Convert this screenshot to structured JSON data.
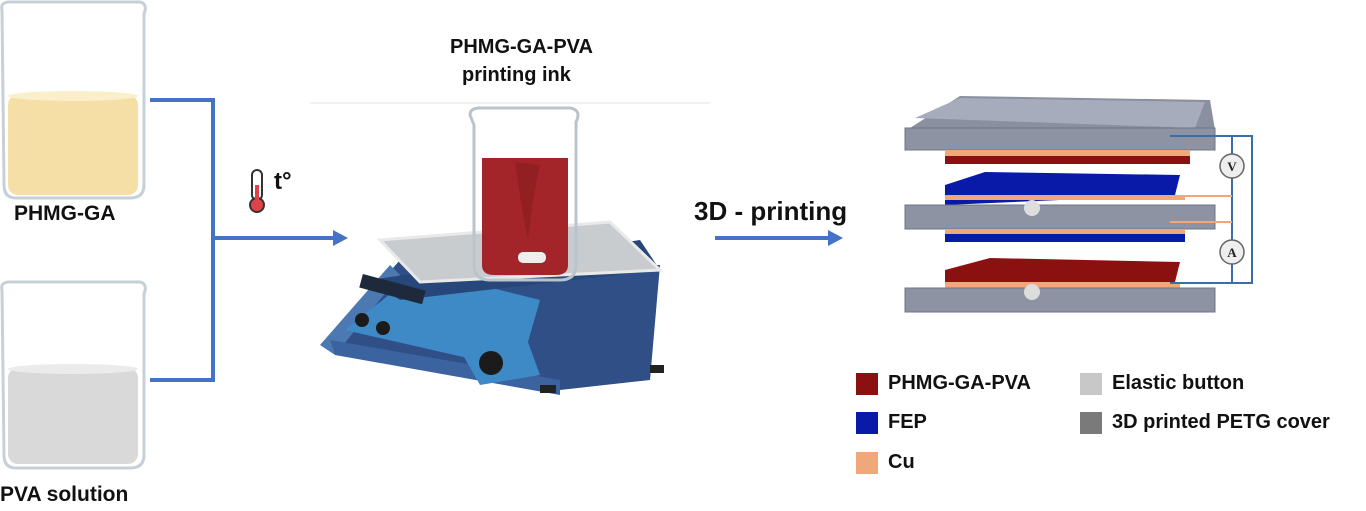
{
  "labels": {
    "phmg_ga": "PHMG-GA",
    "pva_solution": "PVA solution",
    "temperature": "t°",
    "ink_title_line1": "PHMG-GA-PVA",
    "ink_title_line2": "printing ink",
    "printing_step": "3D - printing",
    "voltmeter": "V",
    "ammeter": "A"
  },
  "legend": [
    {
      "label": "PHMG-GA-PVA",
      "color": "#8b1010"
    },
    {
      "label": "FEP",
      "color": "#0a1aa8"
    },
    {
      "label": "Cu",
      "color": "#f0a77a"
    },
    {
      "label": "Elastic button",
      "color": "#c8c8c8"
    },
    {
      "label": "3D printed PETG cover",
      "color": "#7a7a7a"
    }
  ],
  "colors": {
    "arrow": "#4472c4",
    "yellow_liquid": "#f6dfa6",
    "gray_liquid": "#d9d9d9",
    "red_ink": "#a3252a",
    "stirrer_blue": "#3d6ea8"
  }
}
